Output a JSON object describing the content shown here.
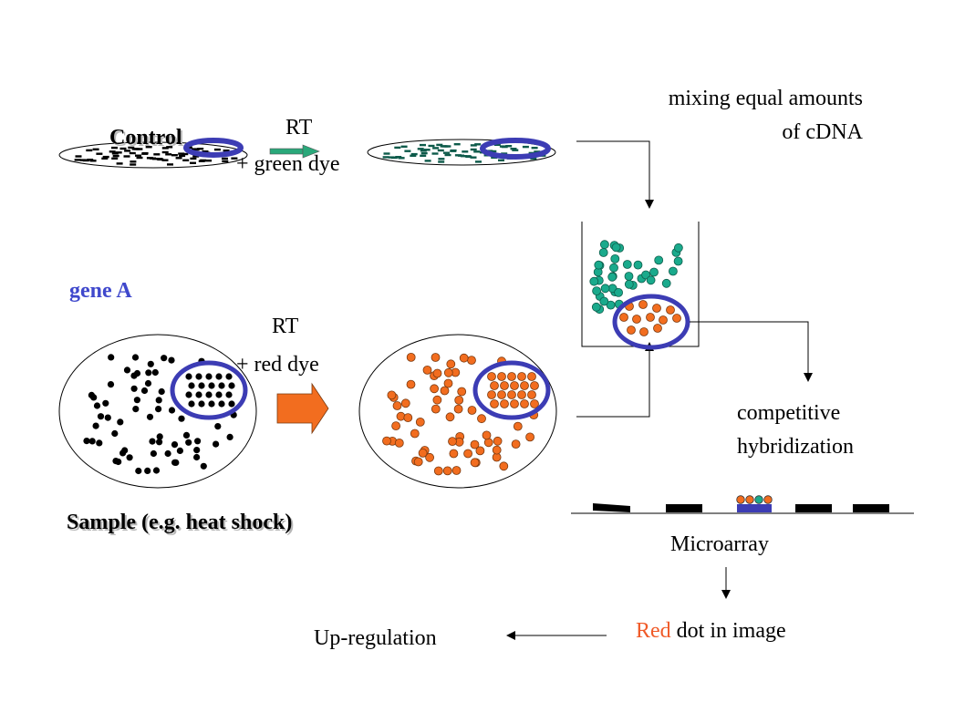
{
  "labels": {
    "control": "Control",
    "rt_top": "RT",
    "green_dye": "+ green dye",
    "mixing_line1": "mixing equal amounts",
    "mixing_line2": "of cDNA",
    "gene_a": "gene A",
    "rt_bottom": "RT",
    "red_dye": "+ red dye",
    "sample": "Sample (e.g. heat shock)",
    "competitive_line1": "competitive",
    "competitive_line2": "hybridization",
    "microarray": "Microarray",
    "red_word": "Red",
    "dot_in_image": " dot in image",
    "up_regulation": "Up-regulation"
  },
  "colors": {
    "black": "#000000",
    "green_dye": "#1aaa8c",
    "red_dye": "#f26d1f",
    "highlight": "#3c3cb4",
    "gene_label": "#3f48cc",
    "red_text": "#f05a28",
    "arrow_fill": "#f26d1f",
    "arrow_green": "#2aa87a"
  },
  "icons": {
    "big_arrow": "right-arrow-icon",
    "small_arrow": "right-arrow-icon"
  }
}
